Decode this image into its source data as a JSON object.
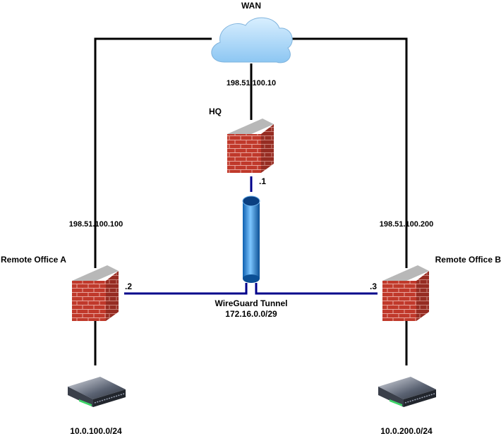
{
  "diagram": {
    "wan_label": "WAN",
    "hq": {
      "label": "HQ",
      "wan_ip": "198.51.100.10",
      "tunnel_host": ".1"
    },
    "office_a": {
      "label": "Remote Office A",
      "wan_ip": "198.51.100.100",
      "tunnel_host": ".2",
      "lan": "10.0.100.0/24"
    },
    "office_b": {
      "label": "Remote Office B",
      "wan_ip": "198.51.100.200",
      "tunnel_host": ".3",
      "lan": "10.0.200.0/24"
    },
    "tunnel": {
      "name": "WireGuard Tunnel",
      "subnet": "172.16.0.0/29"
    }
  },
  "colors": {
    "wan_link": "#000000",
    "tunnel_link": "#00008b",
    "brick": "#c0392b",
    "cylinder": "#1e88e5",
    "cloud": "#9fd0f5"
  }
}
